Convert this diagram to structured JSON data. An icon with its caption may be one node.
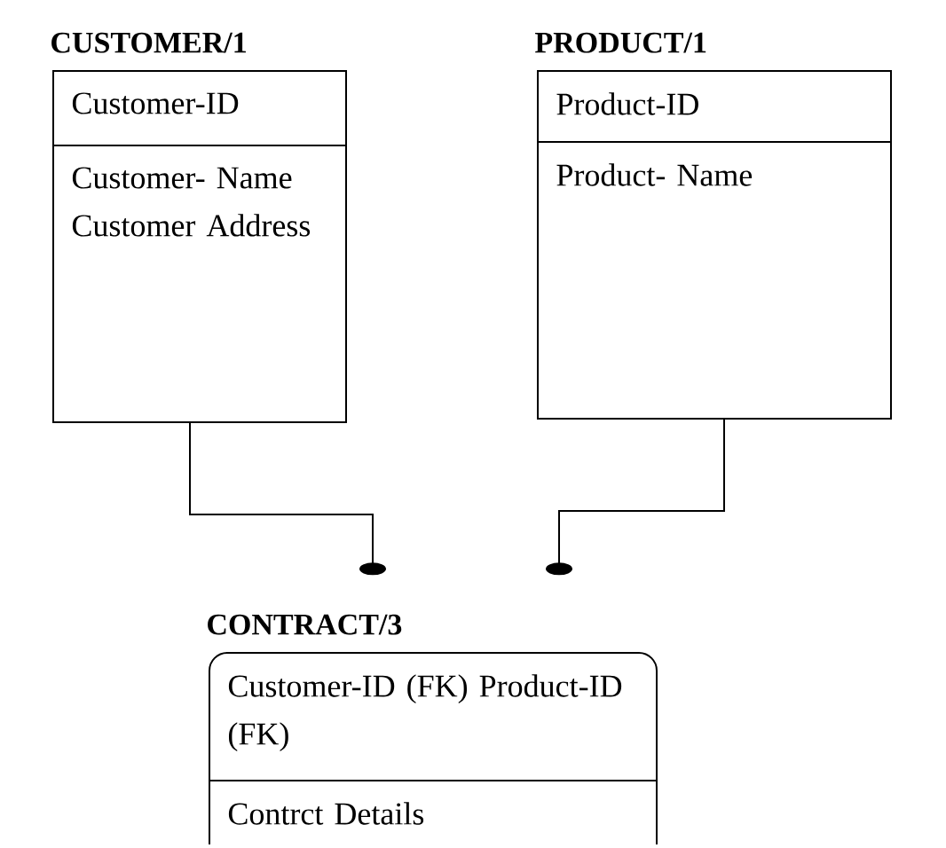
{
  "diagram": {
    "nodes": [
      {
        "text": [
          "CUSTOMER/1",
          "Customer-ID",
          "Customer- Name Customer Address"
        ]
      },
      {
        "text": [
          "PRODUCT/1",
          "Product-ID",
          "Product- Name"
        ]
      },
      {
        "text": [
          "CONTRACT/3",
          "Customer-ID (FK) Product-ID (FK)",
          "Contrct Details"
        ]
      }
    ],
    "edges": [
      {
        "from": 0,
        "to": 2,
        "arrow": "other"
      },
      {
        "from": 1,
        "to": 2,
        "arrow": "other"
      }
    ]
  }
}
